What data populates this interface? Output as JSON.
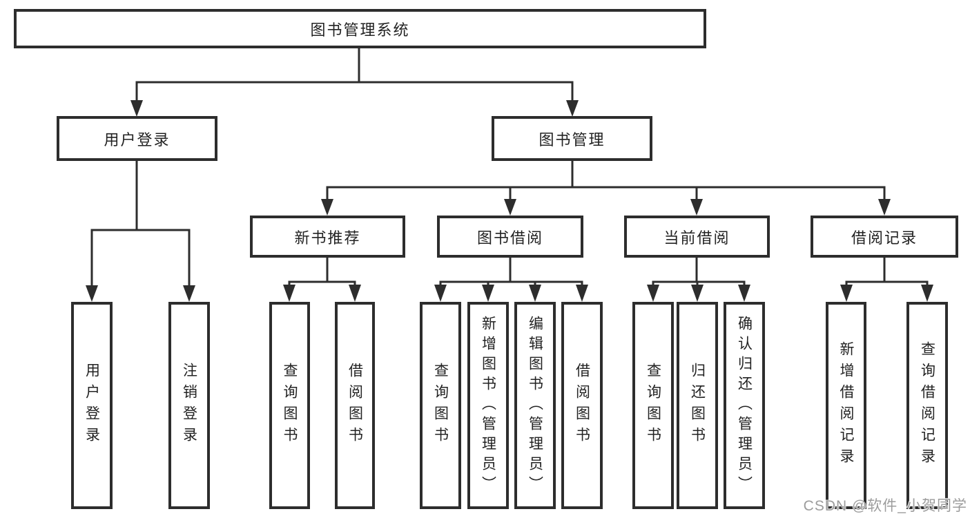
{
  "tree": {
    "root": {
      "label": "图书管理系统"
    },
    "children": [
      {
        "label": "用户登录",
        "children": [
          {
            "label": "用户登录"
          },
          {
            "label": "注销登录"
          }
        ]
      },
      {
        "label": "图书管理",
        "children": [
          {
            "label": "新书推荐",
            "children": [
              {
                "label": "查询图书"
              },
              {
                "label": "借阅图书"
              }
            ]
          },
          {
            "label": "图书借阅",
            "children": [
              {
                "label": "查询图书"
              },
              {
                "label": "新增图书（管理员）"
              },
              {
                "label": "编辑图书（管理员）"
              },
              {
                "label": "借阅图书"
              }
            ]
          },
          {
            "label": "当前借阅",
            "children": [
              {
                "label": "查询图书"
              },
              {
                "label": "归还图书"
              },
              {
                "label": "确认归还（管理员）"
              }
            ]
          },
          {
            "label": "借阅记录",
            "children": [
              {
                "label": "新增借阅记录"
              },
              {
                "label": "查询借阅记录"
              }
            ]
          }
        ]
      }
    ]
  },
  "watermark": {
    "text": "CSDN @软件_小贺同学"
  },
  "colors": {
    "line": "#2d2d2d",
    "box_text": "#222222",
    "watermark": "#9c9c9c",
    "background": "#ffffff"
  }
}
